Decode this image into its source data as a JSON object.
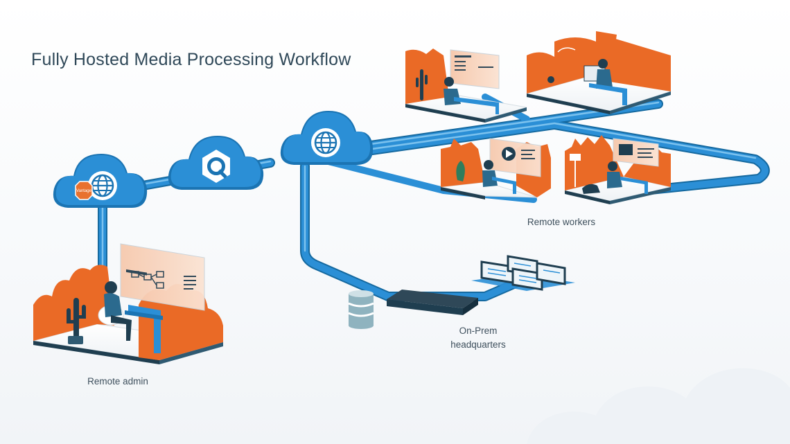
{
  "title": "Fully Hosted Media Processing Workflow",
  "labels": {
    "remote_admin": "Remote admin",
    "remote_workers": "Remote workers",
    "onprem_line1": "On-Prem",
    "onprem_line2": "headquarters"
  },
  "badge_text": "Vantage",
  "icons": [
    "globe-icon",
    "qumulo-logo-icon",
    "database-icon",
    "monitor-icon",
    "play-icon"
  ],
  "colors": {
    "pipe": "#1e88cf",
    "cloud": "#2b8fd6",
    "orange": "#ea6a26",
    "dark": "#1f3e50",
    "badge": "#e8712f"
  }
}
